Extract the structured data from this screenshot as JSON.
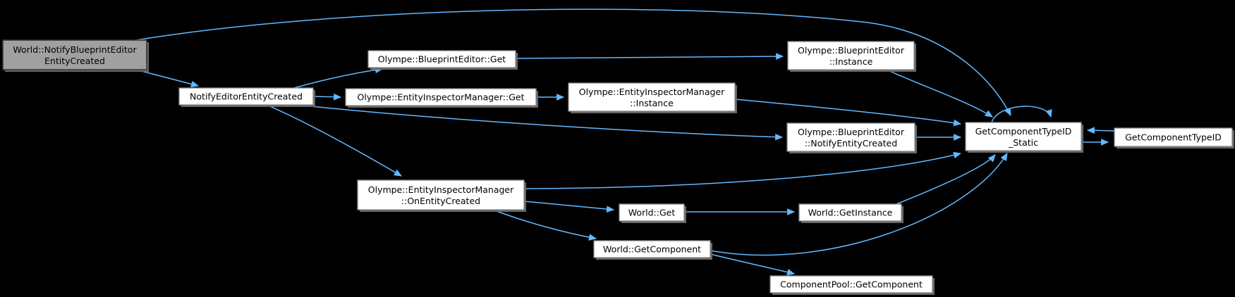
{
  "diagram": {
    "type": "call-graph",
    "background_color": "#000000",
    "edge_color": "#63b8ff",
    "node_fill": "#ffffff",
    "node_border": "#878787",
    "node_shadow": "#666666",
    "highlight_fill": "#a0a0a0",
    "highlight_border": "#383838",
    "text_color": "#000000",
    "nodes": [
      {
        "id": "world-notify-blueprint-editor-entity-created",
        "label": [
          "World::NotifyBlueprintEditor",
          "EntityCreated"
        ],
        "highlighted": true
      },
      {
        "id": "notify-editor-entity-created",
        "label": [
          "NotifyEditorEntityCreated"
        ],
        "highlighted": false
      },
      {
        "id": "blueprint-editor-get",
        "label": [
          "Olympe::BlueprintEditor::Get"
        ],
        "highlighted": false
      },
      {
        "id": "entity-inspector-manager-get",
        "label": [
          "Olympe::EntityInspectorManager::Get"
        ],
        "highlighted": false
      },
      {
        "id": "entity-inspector-manager-instance",
        "label": [
          "Olympe::EntityInspectorManager",
          "::Instance"
        ],
        "highlighted": false
      },
      {
        "id": "blueprint-editor-instance",
        "label": [
          "Olympe::BlueprintEditor",
          "::Instance"
        ],
        "highlighted": false
      },
      {
        "id": "blueprint-editor-notify-entity-created",
        "label": [
          "Olympe::BlueprintEditor",
          "::NotifyEntityCreated"
        ],
        "highlighted": false
      },
      {
        "id": "entity-inspector-manager-on-entity-created",
        "label": [
          "Olympe::EntityInspectorManager",
          "::OnEntityCreated"
        ],
        "highlighted": false
      },
      {
        "id": "world-get",
        "label": [
          "World::Get"
        ],
        "highlighted": false
      },
      {
        "id": "world-get-instance",
        "label": [
          "World::GetInstance"
        ],
        "highlighted": false
      },
      {
        "id": "world-get-component",
        "label": [
          "World::GetComponent"
        ],
        "highlighted": false
      },
      {
        "id": "component-pool-get-component",
        "label": [
          "ComponentPool::GetComponent"
        ],
        "highlighted": false
      },
      {
        "id": "get-component-type-id-static",
        "label": [
          "GetComponentTypeID",
          "_Static"
        ],
        "highlighted": false
      },
      {
        "id": "get-component-type-id",
        "label": [
          "GetComponentTypeID"
        ],
        "highlighted": false
      }
    ],
    "edges": [
      {
        "from": "world-notify-blueprint-editor-entity-created",
        "to": "notify-editor-entity-created"
      },
      {
        "from": "world-notify-blueprint-editor-entity-created",
        "to": "get-component-type-id-static"
      },
      {
        "from": "notify-editor-entity-created",
        "to": "blueprint-editor-get"
      },
      {
        "from": "notify-editor-entity-created",
        "to": "entity-inspector-manager-get"
      },
      {
        "from": "notify-editor-entity-created",
        "to": "blueprint-editor-notify-entity-created"
      },
      {
        "from": "notify-editor-entity-created",
        "to": "entity-inspector-manager-on-entity-created"
      },
      {
        "from": "blueprint-editor-get",
        "to": "blueprint-editor-instance"
      },
      {
        "from": "entity-inspector-manager-get",
        "to": "entity-inspector-manager-instance"
      },
      {
        "from": "entity-inspector-manager-instance",
        "to": "get-component-type-id-static"
      },
      {
        "from": "blueprint-editor-instance",
        "to": "get-component-type-id-static"
      },
      {
        "from": "blueprint-editor-notify-entity-created",
        "to": "get-component-type-id-static"
      },
      {
        "from": "entity-inspector-manager-on-entity-created",
        "to": "world-get"
      },
      {
        "from": "entity-inspector-manager-on-entity-created",
        "to": "world-get-component"
      },
      {
        "from": "entity-inspector-manager-on-entity-created",
        "to": "get-component-type-id-static"
      },
      {
        "from": "world-get",
        "to": "world-get-instance"
      },
      {
        "from": "world-get-instance",
        "to": "get-component-type-id-static"
      },
      {
        "from": "world-get-component",
        "to": "component-pool-get-component"
      },
      {
        "from": "world-get-component",
        "to": "get-component-type-id-static"
      },
      {
        "from": "get-component-type-id-static",
        "to": "get-component-type-id"
      },
      {
        "from": "get-component-type-id",
        "to": "get-component-type-id-static"
      },
      {
        "from": "get-component-type-id-static",
        "to": "get-component-type-id-static"
      }
    ]
  }
}
